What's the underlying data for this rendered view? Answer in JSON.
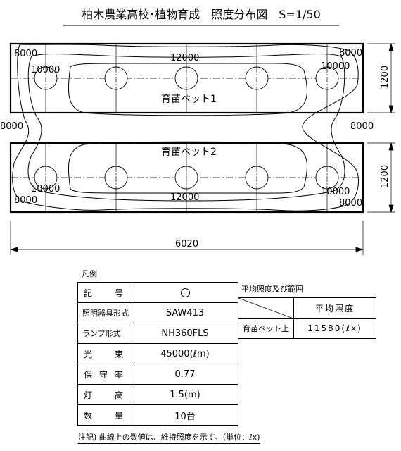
{
  "title": "柏木農業高校･植物育成　照度分布図　S=1/50",
  "plan": {
    "bed1_label": "育苗ベット1",
    "bed2_label": "育苗ベット2",
    "dim_width": "6020",
    "dim_bed1": "1200",
    "dim_bed2": "1200",
    "contours": {
      "c8000_tl": "8000",
      "c8000_tr": "8000",
      "c10000_tl": "10000",
      "c10000_tr": "10000",
      "c12000_top": "12000",
      "c8000_ml": "8000",
      "c8000_mr": "8000",
      "c10000_bl": "10000",
      "c10000_br": "10000",
      "c12000_bot": "12000",
      "c8000_bl": "8000",
      "c8000_br": "8000"
    }
  },
  "legend": {
    "caption": "凡例",
    "rows": [
      {
        "label": "記号",
        "value": ""
      },
      {
        "label": "照明器具形式",
        "value": "SAW413"
      },
      {
        "label": "ランプ形式",
        "value": "NH360FLS"
      },
      {
        "label": "光束",
        "value": "45000(ℓm)"
      },
      {
        "label": "保守率",
        "value": "0.77"
      },
      {
        "label": "灯高",
        "value": "1.5(m)"
      },
      {
        "label": "数量",
        "value": "10台"
      }
    ]
  },
  "average": {
    "caption": "平均照度及び範囲",
    "header": "平均照度",
    "row_label": "育苗ベット上",
    "row_value": "11580(ℓx)"
  },
  "note": "注記) 曲線上の数値は、維持照度を示す。（単位：ℓx)"
}
